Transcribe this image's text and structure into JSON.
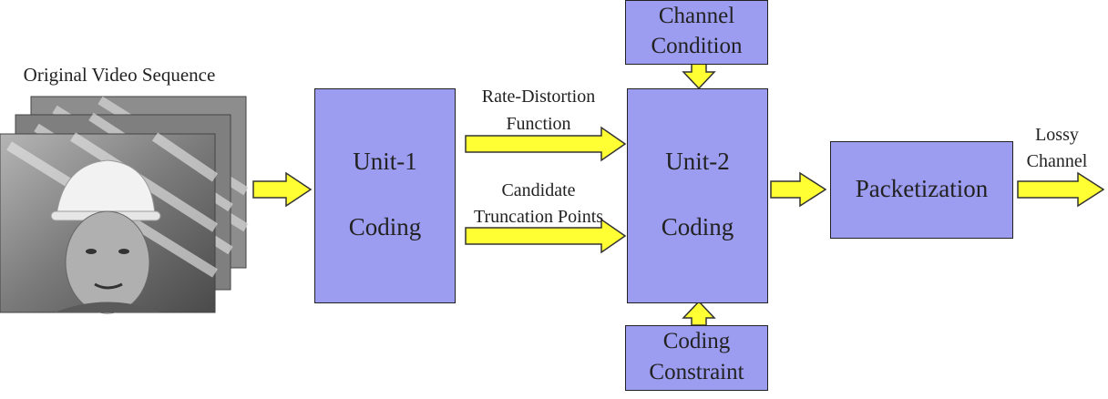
{
  "input": {
    "label": "Original Video Sequence"
  },
  "unit1": {
    "line1": "Unit-1",
    "line2": "Coding"
  },
  "unit2": {
    "line1": "Unit-2",
    "line2": "Coding"
  },
  "channel_condition": {
    "line1": "Channel",
    "line2": "Condition"
  },
  "coding_constraint": {
    "line1": "Coding",
    "line2": "Constraint"
  },
  "packetization": {
    "label": "Packetization"
  },
  "arrow_rd": {
    "line1": "Rate-Distortion",
    "line2": "Function"
  },
  "arrow_ctp": {
    "line1": "Candidate",
    "line2": "Truncation Points"
  },
  "output": {
    "line1": "Lossy",
    "line2": "Channel"
  },
  "colors": {
    "box_fill": "#9c9cf0",
    "arrow_fill": "#ffff33",
    "arrow_stroke": "#333333"
  }
}
